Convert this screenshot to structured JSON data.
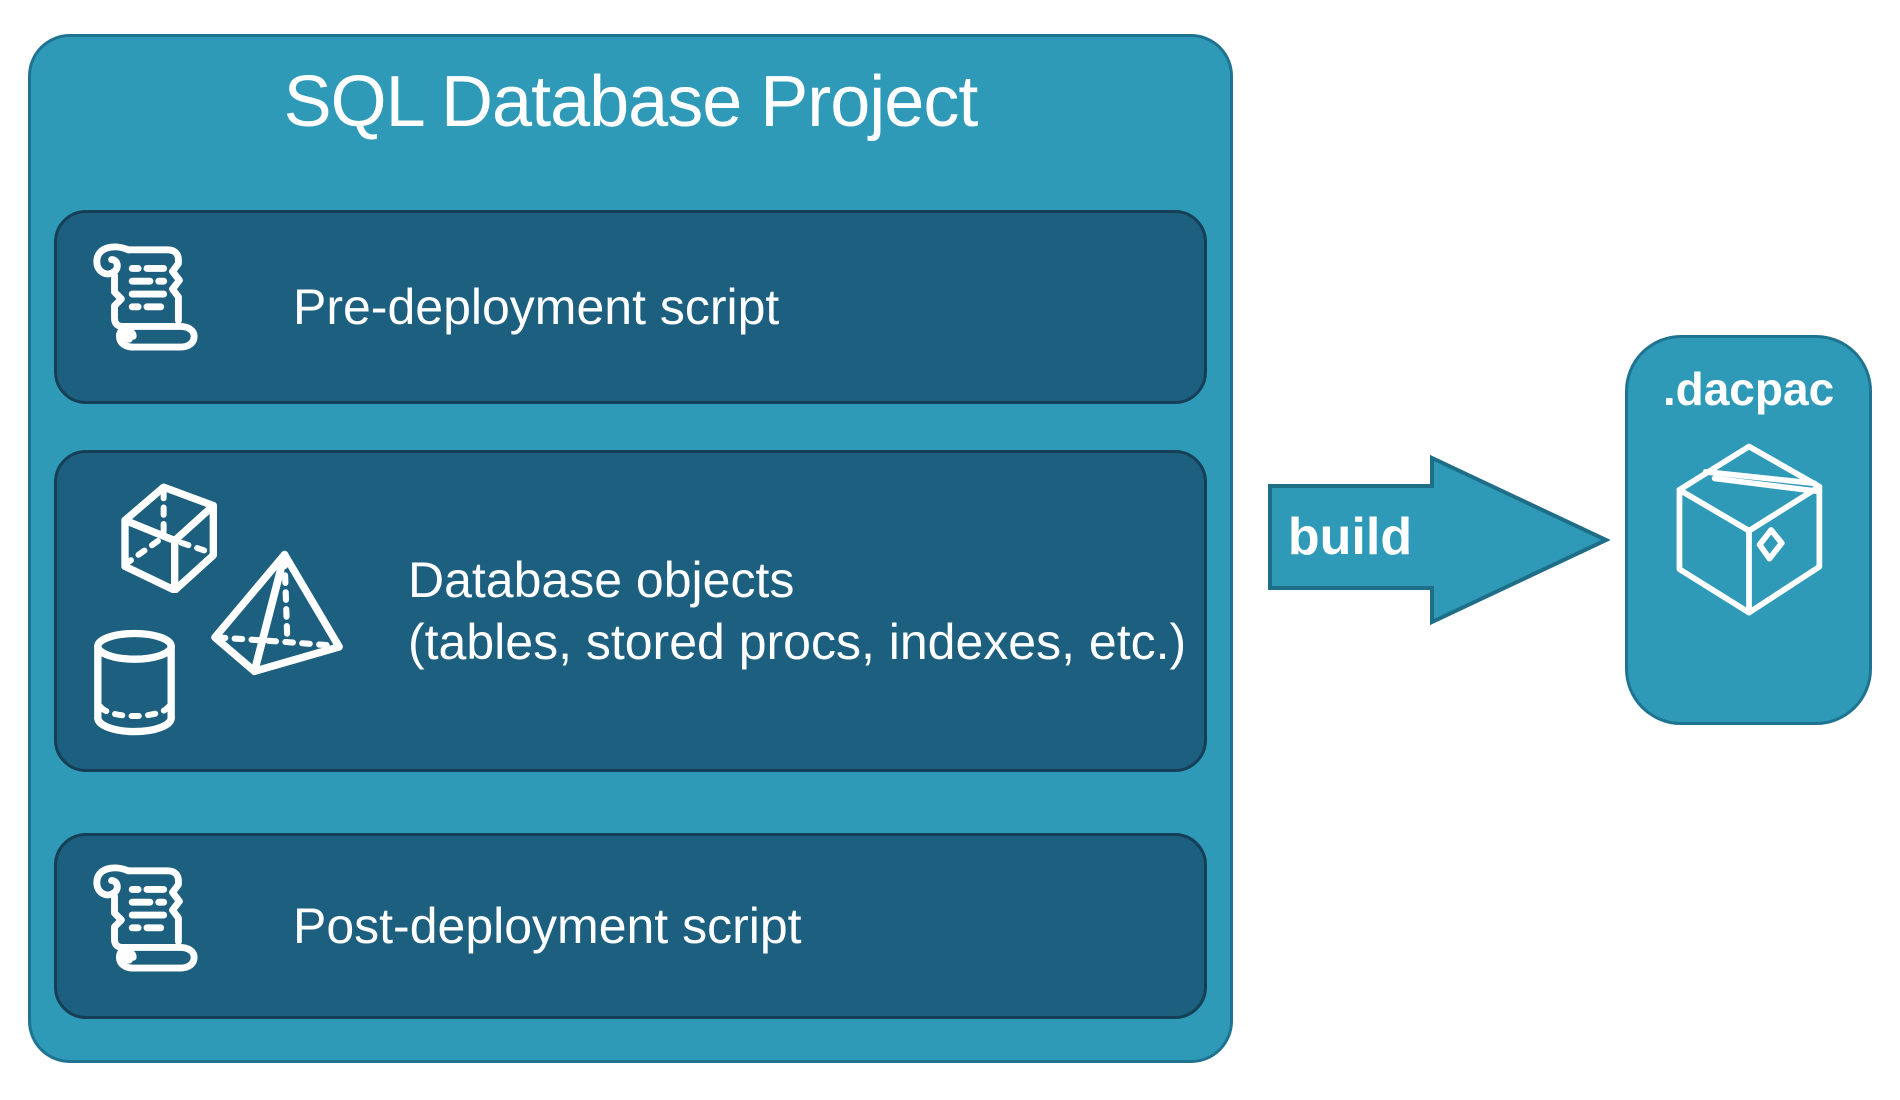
{
  "project": {
    "title": "SQL Database Project",
    "items": [
      {
        "label": "Pre-deployment script",
        "icon": "scroll-icon"
      },
      {
        "label": "Database objects",
        "sublabel": "(tables, stored procs, indexes, etc.)",
        "icon": "geometric-shapes-icon"
      },
      {
        "label": "Post-deployment script",
        "icon": "scroll-icon"
      }
    ]
  },
  "arrow": {
    "label": "build"
  },
  "output": {
    "label": ".dacpac",
    "icon": "package-icon"
  },
  "colors": {
    "canvas_bg": "#FFFFFF",
    "container_fill": "#2F9AB8",
    "container_border": "#1E7490",
    "item_fill": "#1D5F7F",
    "item_border": "#153F56",
    "arrow_border": "#1E6E88",
    "text": "#FFFFFF"
  }
}
